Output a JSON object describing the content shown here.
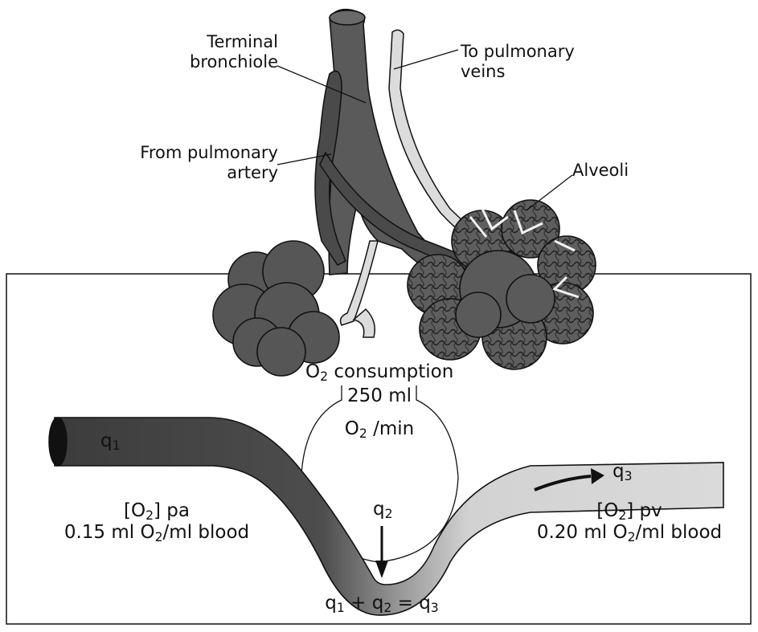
{
  "labels": {
    "terminal_bronchiole": [
      "Terminal",
      "bronchiole"
    ],
    "to_pulmonary_veins": [
      "To pulmonary",
      "veins"
    ],
    "from_pulmonary_artery": [
      "From pulmonary",
      "artery"
    ],
    "alveoli": "Alveoli"
  },
  "consumption": {
    "prefix": "O",
    "sub": "2",
    "text": " consumption",
    "amount": "250 ml",
    "rate_prefix": "O",
    "rate_sub": "2",
    "rate_text": " /min"
  },
  "flows": {
    "q1": {
      "base": "q",
      "sub": "1"
    },
    "q2": {
      "base": "q",
      "sub": "2"
    },
    "q3": {
      "base": "q",
      "sub": "3"
    }
  },
  "arterial": {
    "line1_a": "[O",
    "line1_sub": "2",
    "line1_b": "] pa",
    "line2_a": "0.15 ml O",
    "line2_sub": "2",
    "line2_b": "/ml blood"
  },
  "venous": {
    "line1_a": "[O",
    "line1_sub": "2",
    "line1_b": "] pv",
    "line2_a": "0.20 ml O",
    "line2_sub": "2",
    "line2_b": "/ml blood"
  },
  "equation": {
    "t1": "q",
    "s1": "1",
    "op1": " + ",
    "t2": "q",
    "s2": "2",
    "op2": " = ",
    "t3": "q",
    "s3": "3"
  },
  "colors": {
    "artery_dark": "#4a4a4a",
    "vein_light": "#cfcfcf",
    "bronchiole": "#5a5a5a",
    "alveolus_dark": "#565656",
    "alveolus_mid": "#6b6b6b",
    "outline": "#111111"
  }
}
